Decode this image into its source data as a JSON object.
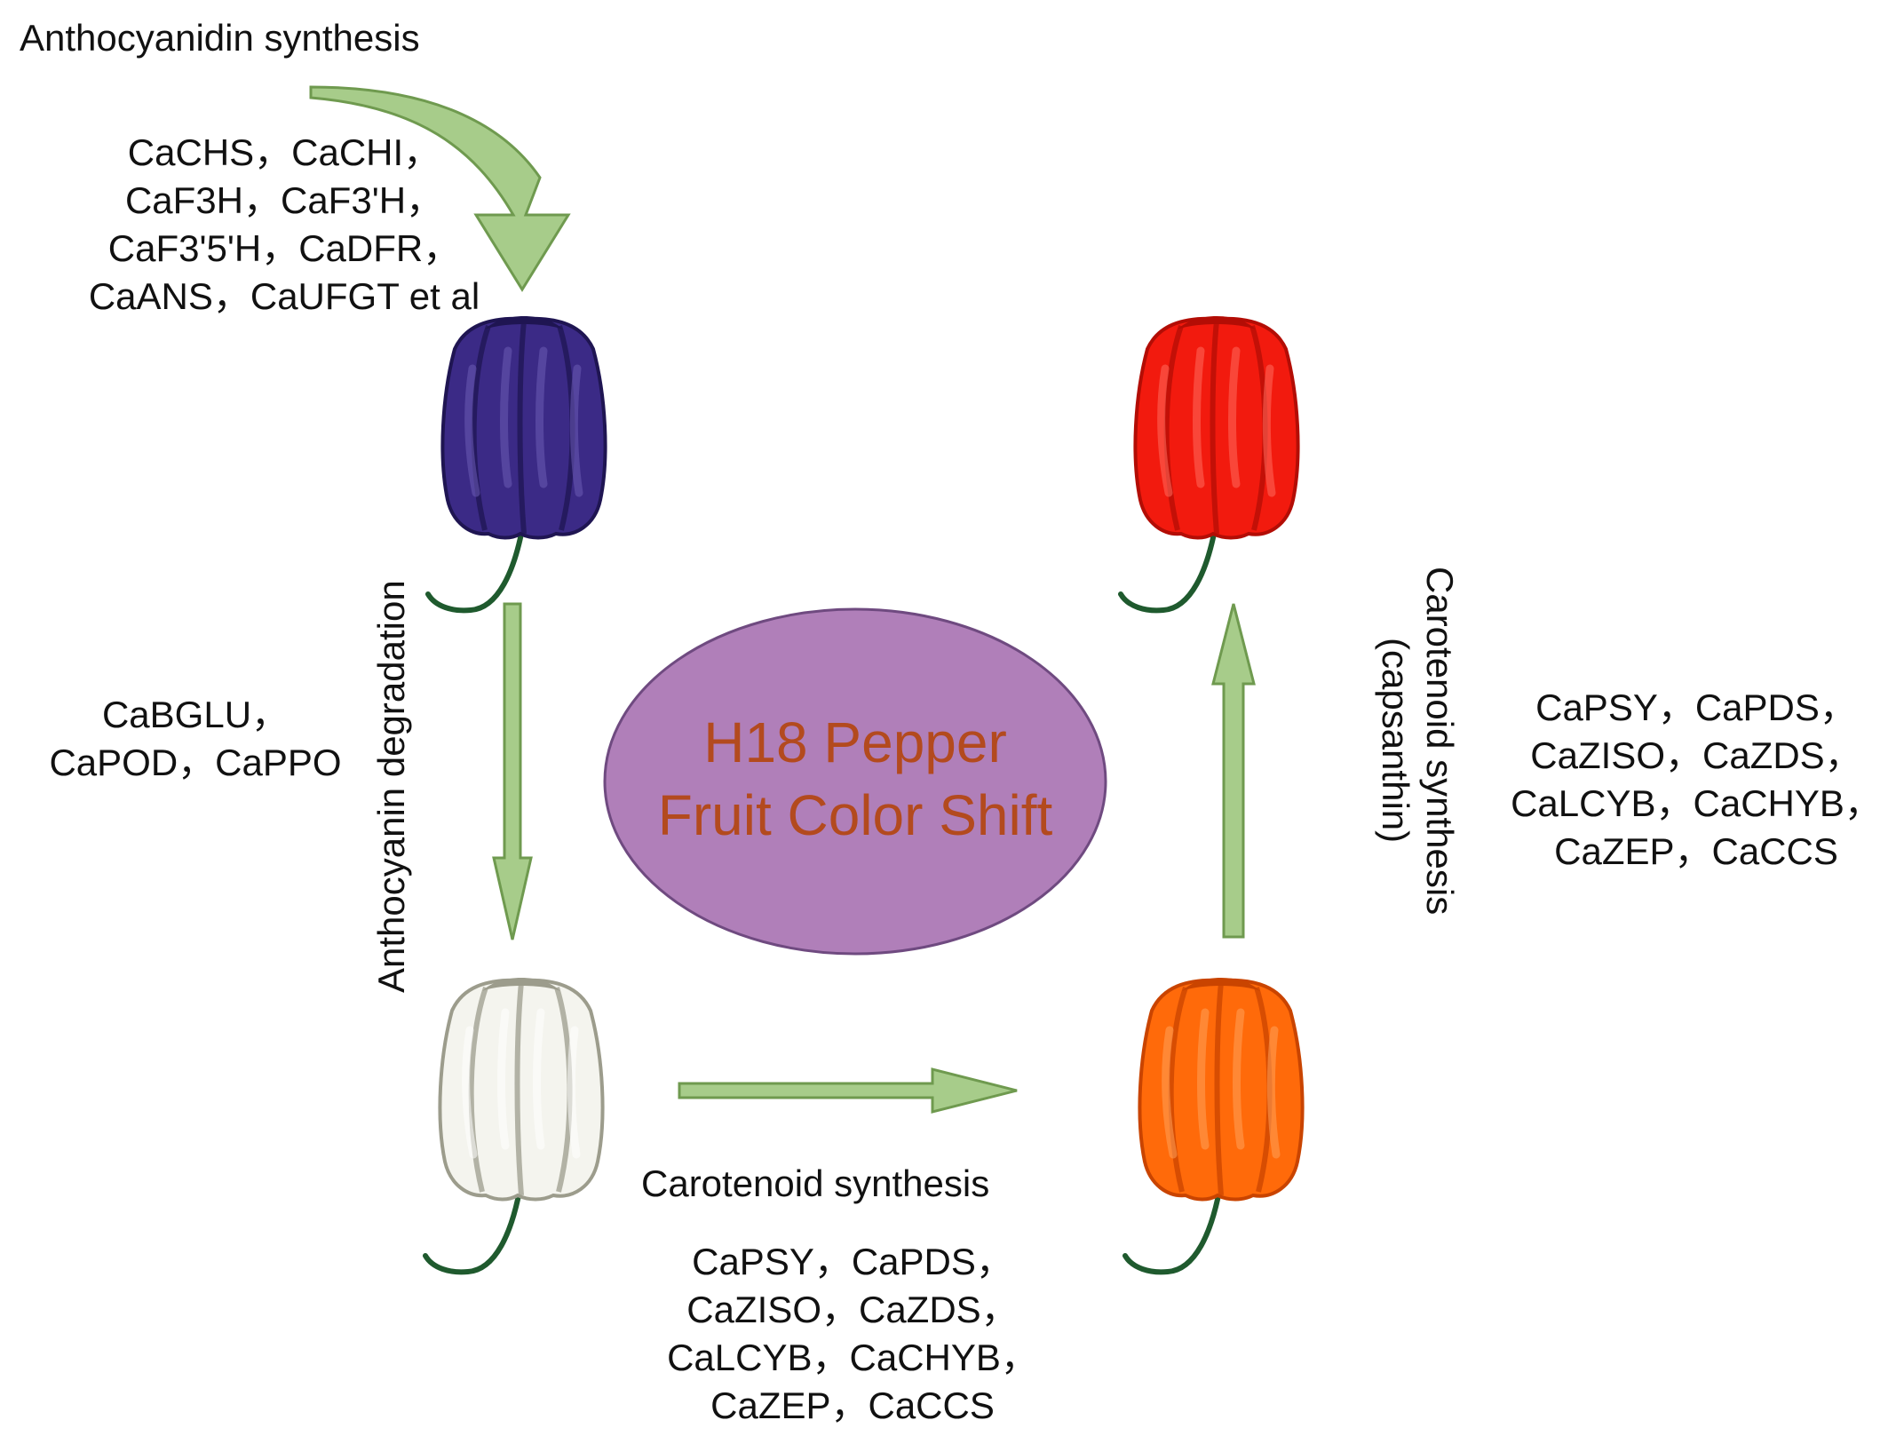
{
  "center": {
    "line1": "H18 Pepper",
    "line2": "Fruit Color Shift",
    "fill": "#b07fb9",
    "text_color": "#b34a1e"
  },
  "labels": {
    "anthocyanidin_synthesis": "Anthocyanidin synthesis",
    "anthocyanin_degradation": "Anthocyanin degradation",
    "carotenoid_synthesis": "Carotenoid synthesis",
    "carotenoid_capsanthin_line1": "Carotenoid synthesis",
    "carotenoid_capsanthin_line2": "(capsanthin)"
  },
  "genes": {
    "anthocyanidin": [
      "CaCHS，CaCHI，",
      "CaF3H，CaF3'H，",
      "CaF3'5'H，CaDFR，",
      "CaANS，CaUFGT et al"
    ],
    "degradation": [
      "CaBGLU，",
      "CaPOD，CaPPO"
    ],
    "carotenoid_bottom": [
      "CaPSY，CaPDS，",
      "CaZISO，CaZDS，",
      "CaLCYB，CaCHYB，",
      "CaZEP，CaCCS"
    ],
    "carotenoid_right": [
      "CaPSY，CaPDS，",
      "CaZISO，CaZDS，",
      "CaLCYB，CaCHYB，",
      "CaZEP，CaCCS"
    ]
  },
  "peppers": {
    "purple": {
      "body": "#3b2a86",
      "dark": "#1f1552",
      "light": "#6b5bb5"
    },
    "white": {
      "body": "#f4f4ee",
      "dark": "#9c9c8c",
      "light": "#ffffff"
    },
    "red": {
      "body": "#f21a0e",
      "dark": "#b30d05",
      "light": "#ff6b5c"
    },
    "orange": {
      "body": "#ff6a0a",
      "dark": "#c94400",
      "light": "#ffa05a"
    }
  },
  "colors": {
    "arrow_fill": "#a7cc8a",
    "arrow_stroke": "#6f9a4f",
    "stem": "#1f5a2e"
  }
}
